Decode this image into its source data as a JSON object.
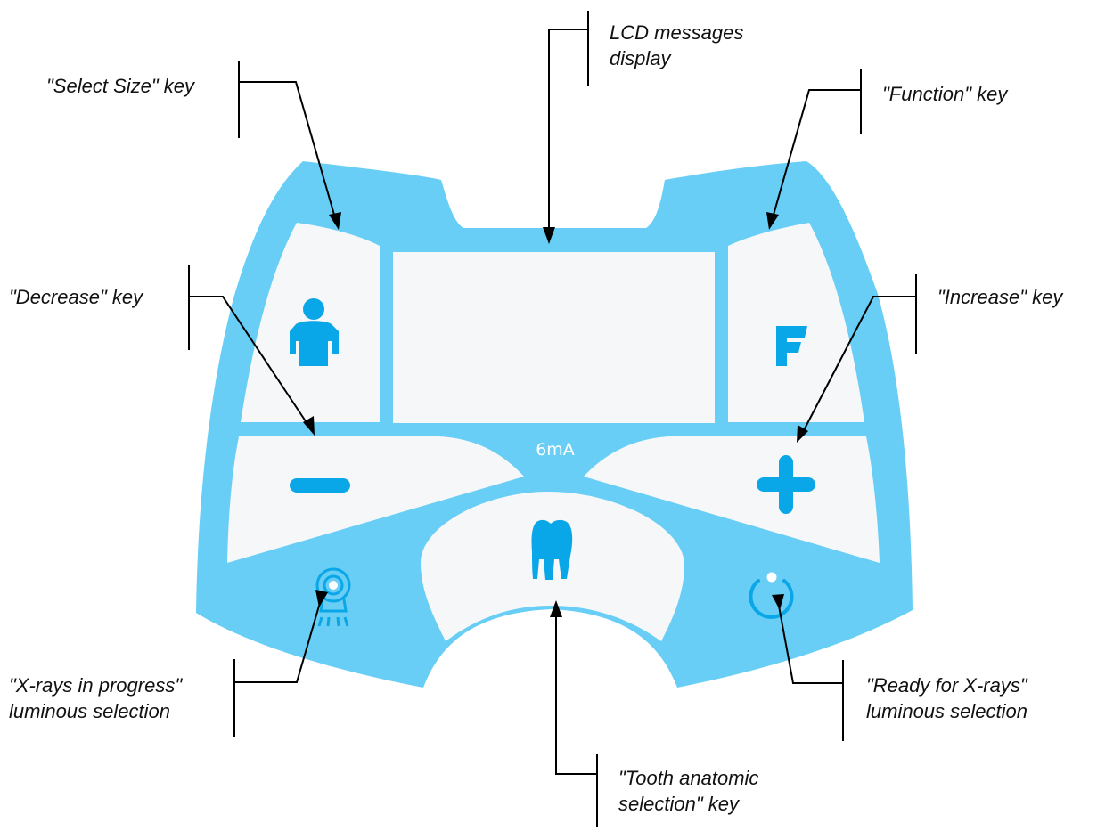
{
  "panel": {
    "current_reading": "6mA",
    "colors": {
      "frame": "#68cef5",
      "key_face": "#f5f7f8",
      "icon": "#0aa7e8",
      "led": "#ffffff"
    }
  },
  "callouts": {
    "lcd": [
      "LCD messages",
      "display"
    ],
    "select_size": [
      "\"Select Size\" key"
    ],
    "function": [
      "\"Function\" key"
    ],
    "decrease": [
      "\"Decrease\" key"
    ],
    "increase": [
      "\"Increase\" key"
    ],
    "xrays_progress": [
      "\"X-rays in progress\"",
      "luminous selection"
    ],
    "ready": [
      "\"Ready for X-rays\"",
      "luminous selection"
    ],
    "tooth": [
      "\"Tooth anatomic",
      "selection\" key"
    ]
  },
  "icons": {
    "select_size": "person-icon",
    "function": "function-f-icon",
    "decrease": "minus-icon",
    "increase": "plus-icon",
    "tooth": "tooth-icon",
    "xrays": "xray-emission-icon",
    "ready": "power-ready-icon"
  }
}
